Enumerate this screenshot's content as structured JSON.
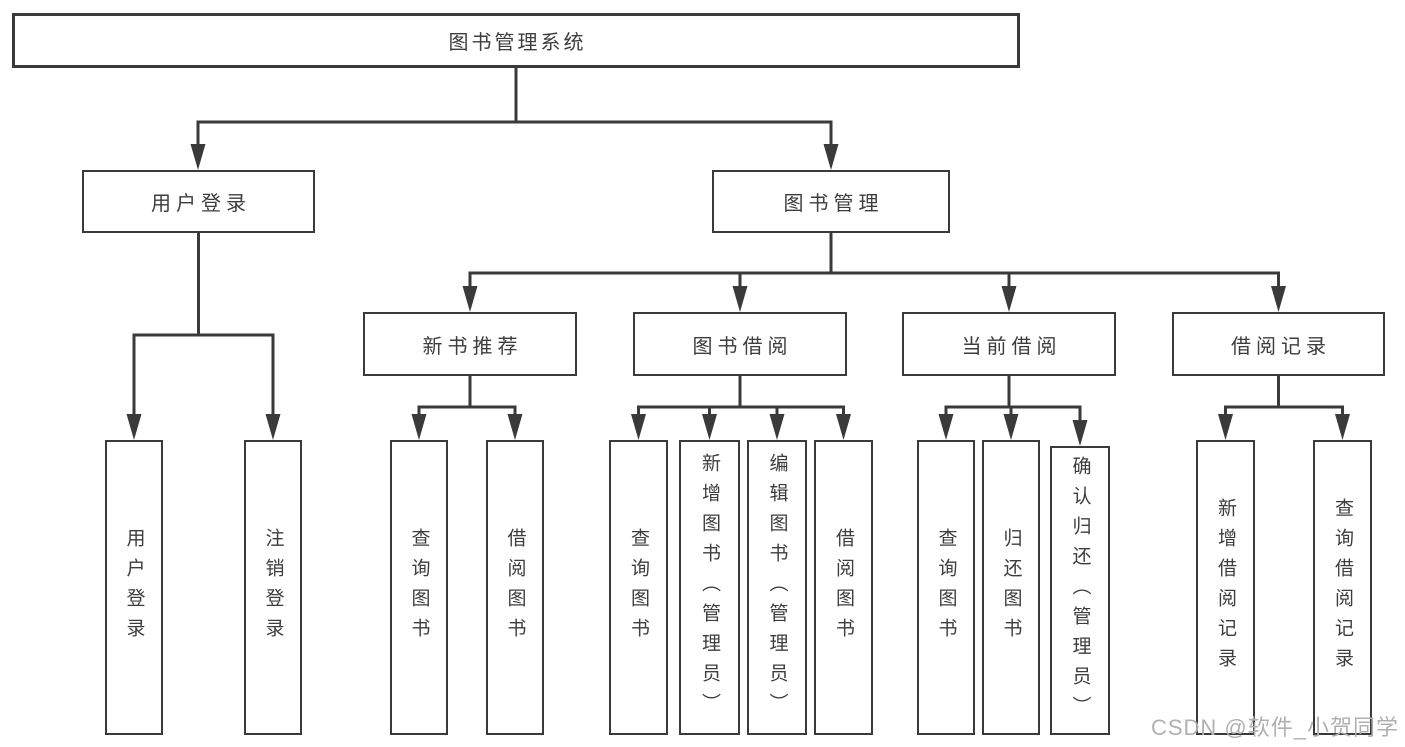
{
  "nodes": {
    "root": "图书管理系统",
    "user_login": "用户登录",
    "book_management": "图书管理",
    "new_book_recommend": "新书推荐",
    "book_borrowing": "图书借阅",
    "current_borrowing": "当前借阅",
    "borrowing_records": "借阅记录",
    "leaf_user_login": "用户登录",
    "leaf_logout": "注销登录",
    "leaf_query_books_recommend": "查询图书",
    "leaf_borrow_books_recommend": "借阅图书",
    "leaf_query_books_borrowing": "查询图书",
    "leaf_add_books_admin": "新增图书（管理员）",
    "leaf_edit_books_admin": "编辑图书（管理员）",
    "leaf_borrow_books_borrowing": "借阅图书",
    "leaf_query_books_current": "查询图书",
    "leaf_return_books": "归还图书",
    "leaf_confirm_return_admin": "确认归还（管理员）",
    "leaf_add_borrow_record": "新增借阅记录",
    "leaf_query_borrow_record": "查询借阅记录"
  },
  "watermark": "CSDN @软件_小贺同学",
  "colors": {
    "line": "#3a3a3a",
    "text": "#3d3d3d",
    "watermark": "#b0b0b0",
    "background": "#ffffff"
  }
}
